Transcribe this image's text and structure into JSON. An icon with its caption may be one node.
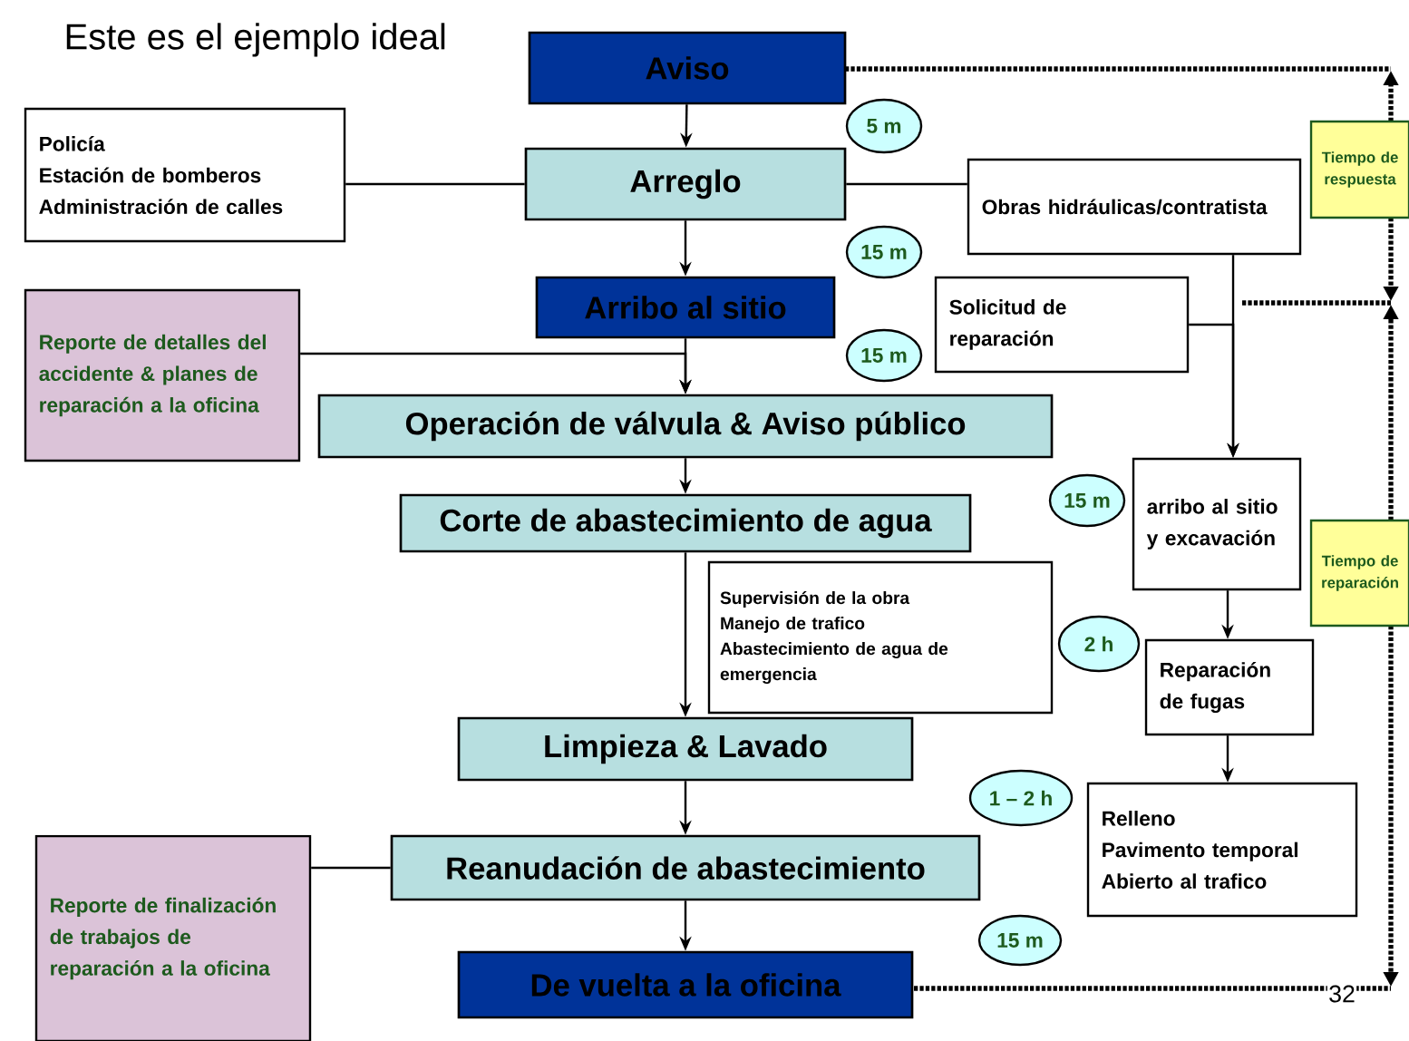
{
  "diagram": {
    "title": "Este es el ejemplo ideal",
    "nodes": [
      {
        "text": [
          "Aviso"
        ]
      },
      {
        "text": [
          "Policía",
          "Estación de bomberos",
          "Administración de calles"
        ]
      },
      {
        "text": [
          "Arreglo"
        ]
      },
      {
        "text": [
          "Obras hidráulicas/contratista"
        ]
      },
      {
        "text": [
          "Reporte de detalles del accidente & planes de reparación a la oficina"
        ]
      },
      {
        "text": [
          "Arribo al sitio"
        ]
      },
      {
        "text": [
          "Solicitud de reparación"
        ]
      },
      {
        "text": [
          "Operación de válvula & Aviso público"
        ]
      },
      {
        "text": [
          "Corte de abastecimiento de agua"
        ]
      },
      {
        "text": [
          "arribo al sitio y excavación"
        ]
      },
      {
        "text": [
          "Supervisión de la obra",
          "Manejo de trafico",
          "Abastecimiento de agua de emergencia"
        ]
      },
      {
        "text": [
          "Reparación de fugas"
        ]
      },
      {
        "text": [
          "Limpieza & Lavado"
        ]
      },
      {
        "text": [
          "Reporte de finalización de trabajos de reparación a la oficina"
        ]
      },
      {
        "text": [
          "Reanudación de abastecimiento"
        ]
      },
      {
        "text": [
          "Relleno",
          "Pavimento temporal",
          "Abierto al trafico"
        ]
      },
      {
        "text": [
          "De vuelta a la oficina"
        ]
      },
      {
        "text": [
          "Tiempo de respuesta"
        ]
      },
      {
        "text": [
          "Tiempo de reparación"
        ]
      },
      {
        "text": [
          "5 m"
        ]
      },
      {
        "text": [
          "15 m"
        ]
      },
      {
        "text": [
          "15 m"
        ]
      },
      {
        "text": [
          "15 m"
        ]
      },
      {
        "text": [
          "2 h"
        ]
      },
      {
        "text": [
          "1 – 2 h"
        ]
      },
      {
        "text": [
          "15 m"
        ]
      }
    ],
    "edges": [
      {
        "from": 0,
        "to": 2,
        "arrow": "to"
      },
      {
        "from": 1,
        "to": 2,
        "arrow": "none"
      },
      {
        "from": 2,
        "to": 3,
        "arrow": "none"
      },
      {
        "from": 2,
        "to": 5,
        "arrow": "to"
      },
      {
        "from": 5,
        "to": 7,
        "arrow": "to"
      },
      {
        "from": 4,
        "to": 7,
        "arrow": "to"
      },
      {
        "from": 3,
        "to": 9,
        "arrow": "to"
      },
      {
        "from": 6,
        "to": 9,
        "arrow": "to"
      },
      {
        "from": 7,
        "to": 8,
        "arrow": "to"
      },
      {
        "from": 8,
        "to": 12,
        "arrow": "to"
      },
      {
        "from": 12,
        "to": 14,
        "arrow": "to"
      },
      {
        "from": 13,
        "to": 14,
        "arrow": "none"
      },
      {
        "from": 14,
        "to": 16,
        "arrow": "to"
      },
      {
        "from": 9,
        "to": 11,
        "arrow": "to"
      },
      {
        "from": 11,
        "to": 15,
        "arrow": "to"
      }
    ],
    "labels": [
      "32"
    ]
  }
}
